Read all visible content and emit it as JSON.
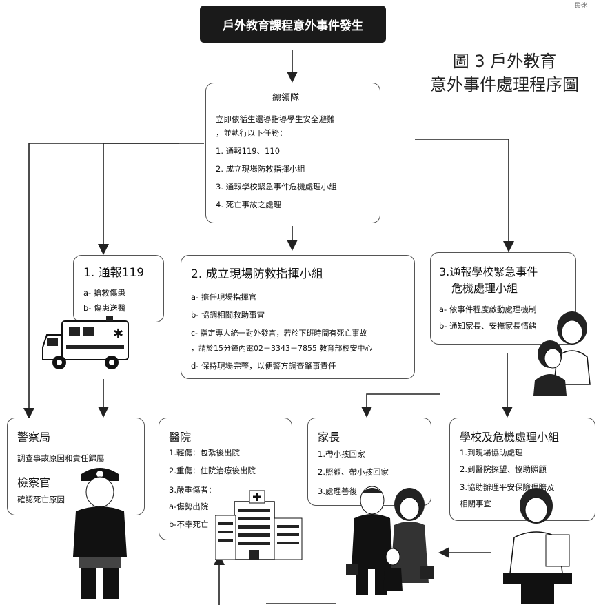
{
  "corner_mark": "民·米",
  "top_event": "戶外教育課程意外事件發生",
  "figure_title_line1": "圖 3 戶外教育",
  "figure_title_line2": "意外事件處理程序圖",
  "leader": {
    "title": "總領隊",
    "line1": "立即依循生還導指導學生安全避難",
    "line2": "，並執行以下任務：",
    "items": [
      "1. 通報119、110",
      "2. 成立現場防救指揮小組",
      "3. 通報學校緊急事件危機處理小組",
      "4. 死亡事故之處理"
    ]
  },
  "box119": {
    "title": "1. 通報119",
    "items": [
      "a- 搶救傷患",
      "b- 傷患送醫"
    ]
  },
  "command": {
    "title": "2. 成立現場防救指揮小組",
    "items": [
      "a- 擔任現場指揮官",
      "b- 協調相關救助事宜",
      "c- 指定專人統一對外發言，若於下班時間有死亡事故",
      "，請於15分鐘內電02－3343－7855 教育部校安中心",
      "d- 保持現場完整，以便警方調查肇事責任"
    ]
  },
  "school_notify": {
    "title_line1": "3.通報學校緊急事件",
    "title_line2": "危機處理小組",
    "items": [
      "a- 依事件程度啟動處理機制",
      "b- 通知家長、安撫家長情緒"
    ]
  },
  "police": {
    "title": "警察局",
    "line1": "調查事故原因和責任歸屬",
    "subtitle": "檢察官",
    "line2": "確認死亡原因"
  },
  "hospital": {
    "title": "醫院",
    "items": [
      "1.輕傷：包紮後出院",
      "2.重傷：住院治療後出院",
      "3.嚴重傷者：",
      "a-傷勢出院",
      "b-不幸死亡"
    ]
  },
  "parents": {
    "title": "家長",
    "items": [
      "1.帶小孩回家",
      "2.照顧、帶小孩回家",
      "3.處理善後"
    ]
  },
  "school_team": {
    "title": "學校及危機處理小組",
    "items": [
      "1.到現場協助處理",
      "2.到醫院探望、協助照顧",
      "3.協助辦理平安保險理賠及",
      "相關事宜"
    ]
  }
}
